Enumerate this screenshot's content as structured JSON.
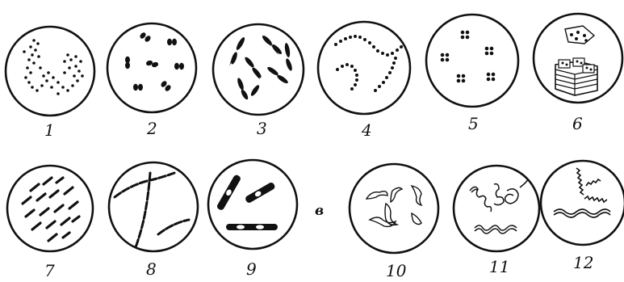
{
  "section_letter": "в",
  "panels": [
    {
      "label": "1",
      "icon": "micrococci-clusters-icon"
    },
    {
      "label": "2",
      "icon": "diplococci-icon"
    },
    {
      "label": "3",
      "icon": "lanceolate-diplococci-icon"
    },
    {
      "label": "4",
      "icon": "streptococci-chains-icon"
    },
    {
      "label": "5",
      "icon": "tetrads-icon"
    },
    {
      "label": "6",
      "icon": "sarcina-packets-icon"
    },
    {
      "label": "7",
      "icon": "rods-icon"
    },
    {
      "label": "8",
      "icon": "streptobacilli-icon"
    },
    {
      "label": "9",
      "icon": "spore-forming-rods-icon"
    },
    {
      "label": "10",
      "icon": "vibrios-icon"
    },
    {
      "label": "11",
      "icon": "spirilla-icon"
    },
    {
      "label": "12",
      "icon": "spirochetes-icon"
    }
  ]
}
